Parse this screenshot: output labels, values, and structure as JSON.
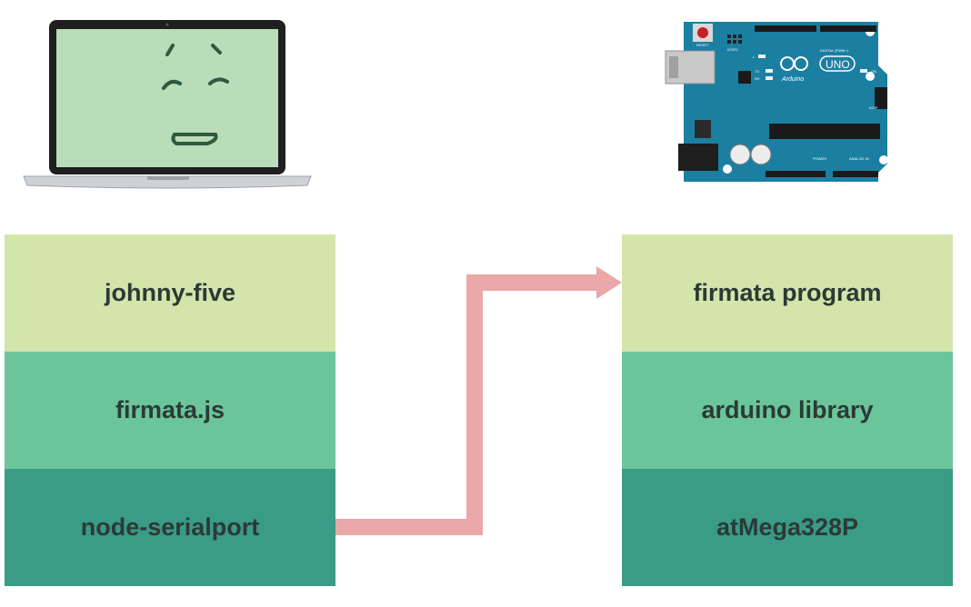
{
  "computer_stack": {
    "layers": [
      {
        "label": "johnny-five",
        "color": "#d3e5ab"
      },
      {
        "label": "firmata.js",
        "color": "#6bc59b"
      },
      {
        "label": "node-serialport",
        "color": "#3a9b86"
      }
    ]
  },
  "arduino_stack": {
    "layers": [
      {
        "label": "firmata program",
        "color": "#d3e5ab"
      },
      {
        "label": "arduino library",
        "color": "#6bc59b"
      },
      {
        "label": "atMega328P",
        "color": "#3a9b86"
      }
    ]
  },
  "connector": {
    "color": "#eaa8a8"
  },
  "board_labels": {
    "brand": "Arduino",
    "model": "UNO",
    "reset": "RESET",
    "digital": "DIGITAL (PWM~)",
    "power": "POWER",
    "analog": "ANALOG IN",
    "icsp": "ICSP",
    "icsp2": "ICSP2",
    "tx": "TX",
    "rx": "RX",
    "l": "L",
    "on": "ON"
  }
}
